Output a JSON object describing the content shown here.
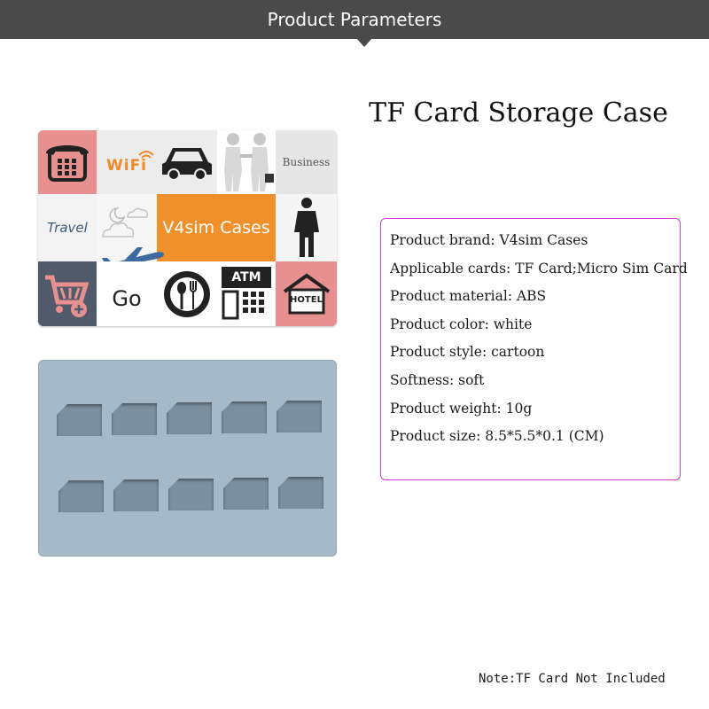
{
  "header": {
    "title": "Product Parameters"
  },
  "product": {
    "title": "TF Card Storage Case"
  },
  "card_front": {
    "tiles": {
      "wifi": "WiFi",
      "business": "Business",
      "travel": "Travel",
      "center": "V4sim Cases",
      "go": "Go",
      "atm": "ATM",
      "hotel": "HOTEL"
    }
  },
  "specs": [
    {
      "text": "Product brand: V4sim Cases"
    },
    {
      "text": "Applicable cards: TF Card;Micro Sim Card"
    },
    {
      "text": "Product material: ABS"
    },
    {
      "text": "Product color: white"
    },
    {
      "text": "Product style: cartoon"
    },
    {
      "text": "Softness: soft"
    },
    {
      "text": "Product weight: 10g"
    },
    {
      "text": "Product size: 8.5*5.5*0.1 (CM)"
    }
  ],
  "note": "Note:TF Card Not Included",
  "colors": {
    "banner": "#4a4a4a",
    "spec_border": "#d63bd6",
    "tile_pink": "#e8908f",
    "tile_orange": "#f0902a",
    "tray": "#a6b9c8"
  }
}
